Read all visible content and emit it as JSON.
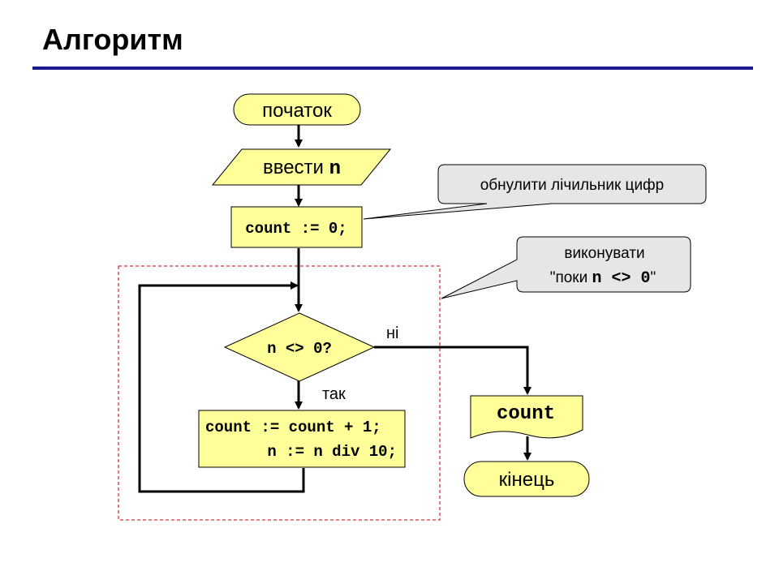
{
  "title": "Алгоритм",
  "colors": {
    "fill": "#ffff99",
    "callout": "#e6e6e6",
    "rule": "#1a1a8c",
    "loop_border": "#cc0000"
  },
  "flow": {
    "start": "початок",
    "input_prefix": "ввести ",
    "input_var": "n",
    "init": "count := 0;",
    "condition": "n <> 0?",
    "no_label": "ні",
    "yes_label": "так",
    "body_line1": "count := count + 1;",
    "body_line2": "n := n div 10;",
    "output": "count",
    "end": "кінець"
  },
  "callouts": {
    "reset": "обнулити лічильник цифр",
    "loop_line1": "виконувати",
    "loop_line2_pre": "\"поки ",
    "loop_line2_code": "n <> 0",
    "loop_line2_post": "\""
  }
}
